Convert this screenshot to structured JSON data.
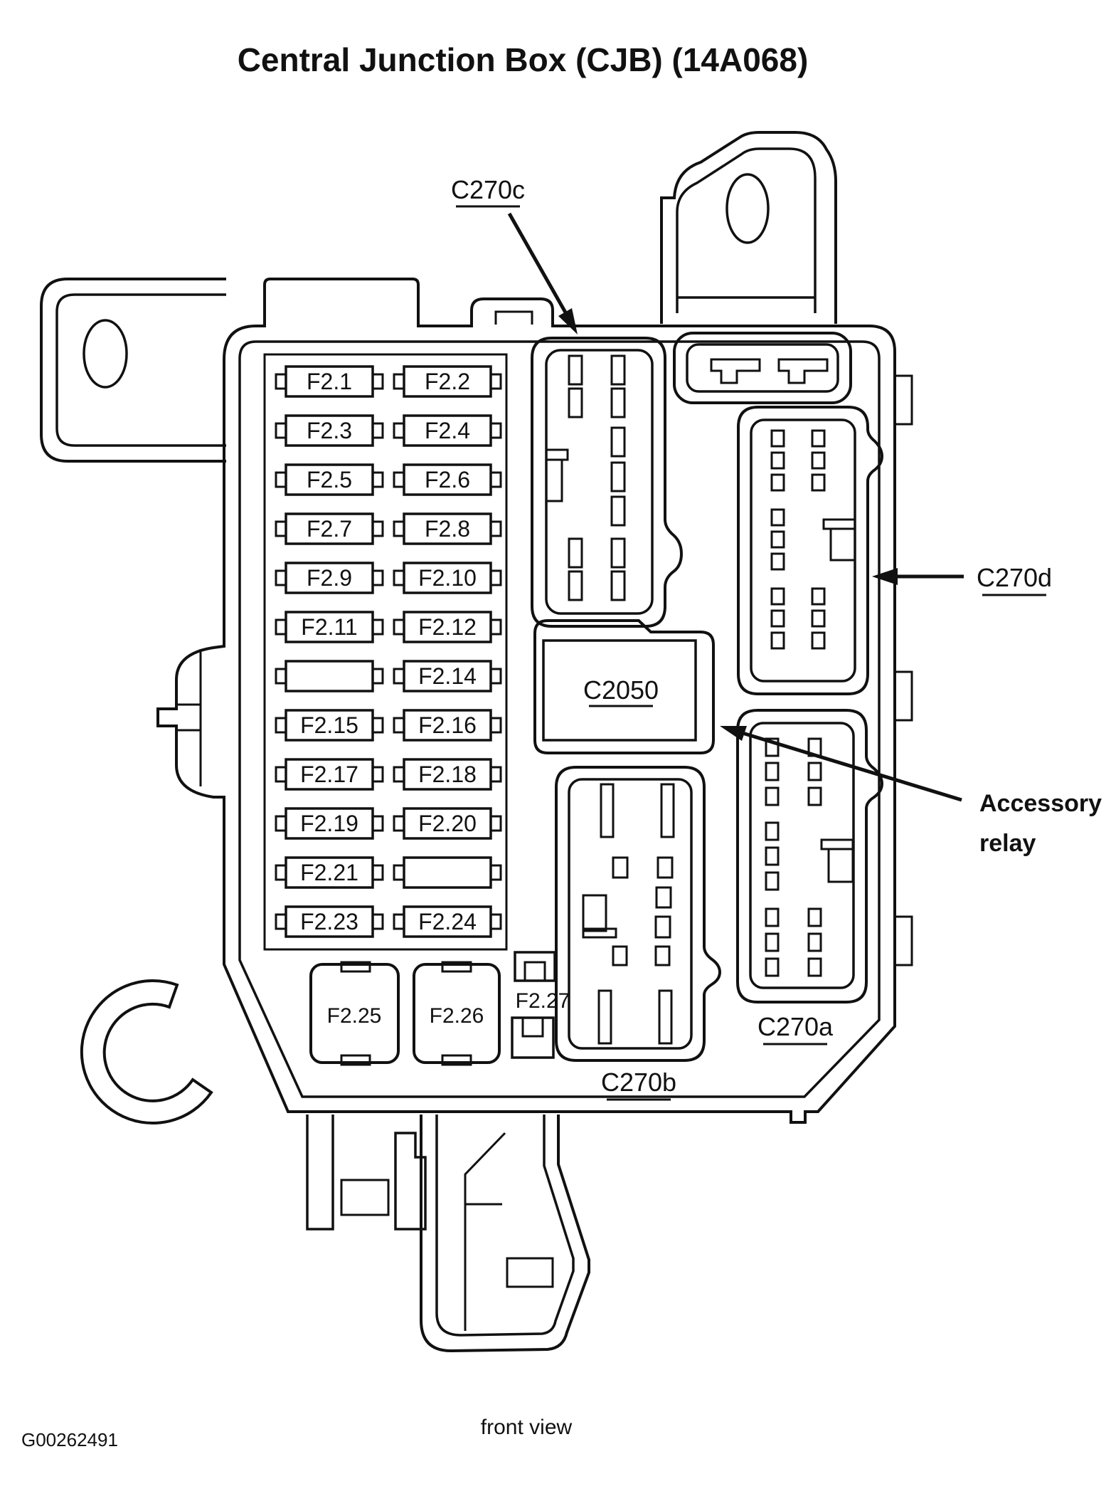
{
  "title": "Central Junction Box (CJB) (14A068)",
  "footer": {
    "figure_code": "G00262491",
    "caption": "front view"
  },
  "labels": {
    "c270a": "C270a",
    "c270b": "C270b",
    "c270c": "C270c",
    "c270d": "C270d",
    "c2050": "C2050",
    "accessory_relay_line1": "Accessory",
    "accessory_relay_line2": "relay"
  },
  "fuse_grid": {
    "rows": [
      {
        "l": "F2.1",
        "r": "F2.2"
      },
      {
        "l": "F2.3",
        "r": "F2.4"
      },
      {
        "l": "F2.5",
        "r": "F2.6"
      },
      {
        "l": "F2.7",
        "r": "F2.8"
      },
      {
        "l": "F2.9",
        "r": "F2.10"
      },
      {
        "l": "F2.11",
        "r": "F2.12"
      },
      {
        "l": "",
        "r": "F2.14"
      },
      {
        "l": "F2.15",
        "r": "F2.16"
      },
      {
        "l": "F2.17",
        "r": "F2.18"
      },
      {
        "l": "F2.19",
        "r": "F2.20"
      },
      {
        "l": "F2.21",
        "r": ""
      },
      {
        "l": "F2.23",
        "r": "F2.24"
      }
    ]
  },
  "large_fuses": {
    "f25": "F2.25",
    "f26": "F2.26",
    "f27": "F2.27"
  },
  "colors": {
    "line": "#111111",
    "background": "#ffffff"
  }
}
